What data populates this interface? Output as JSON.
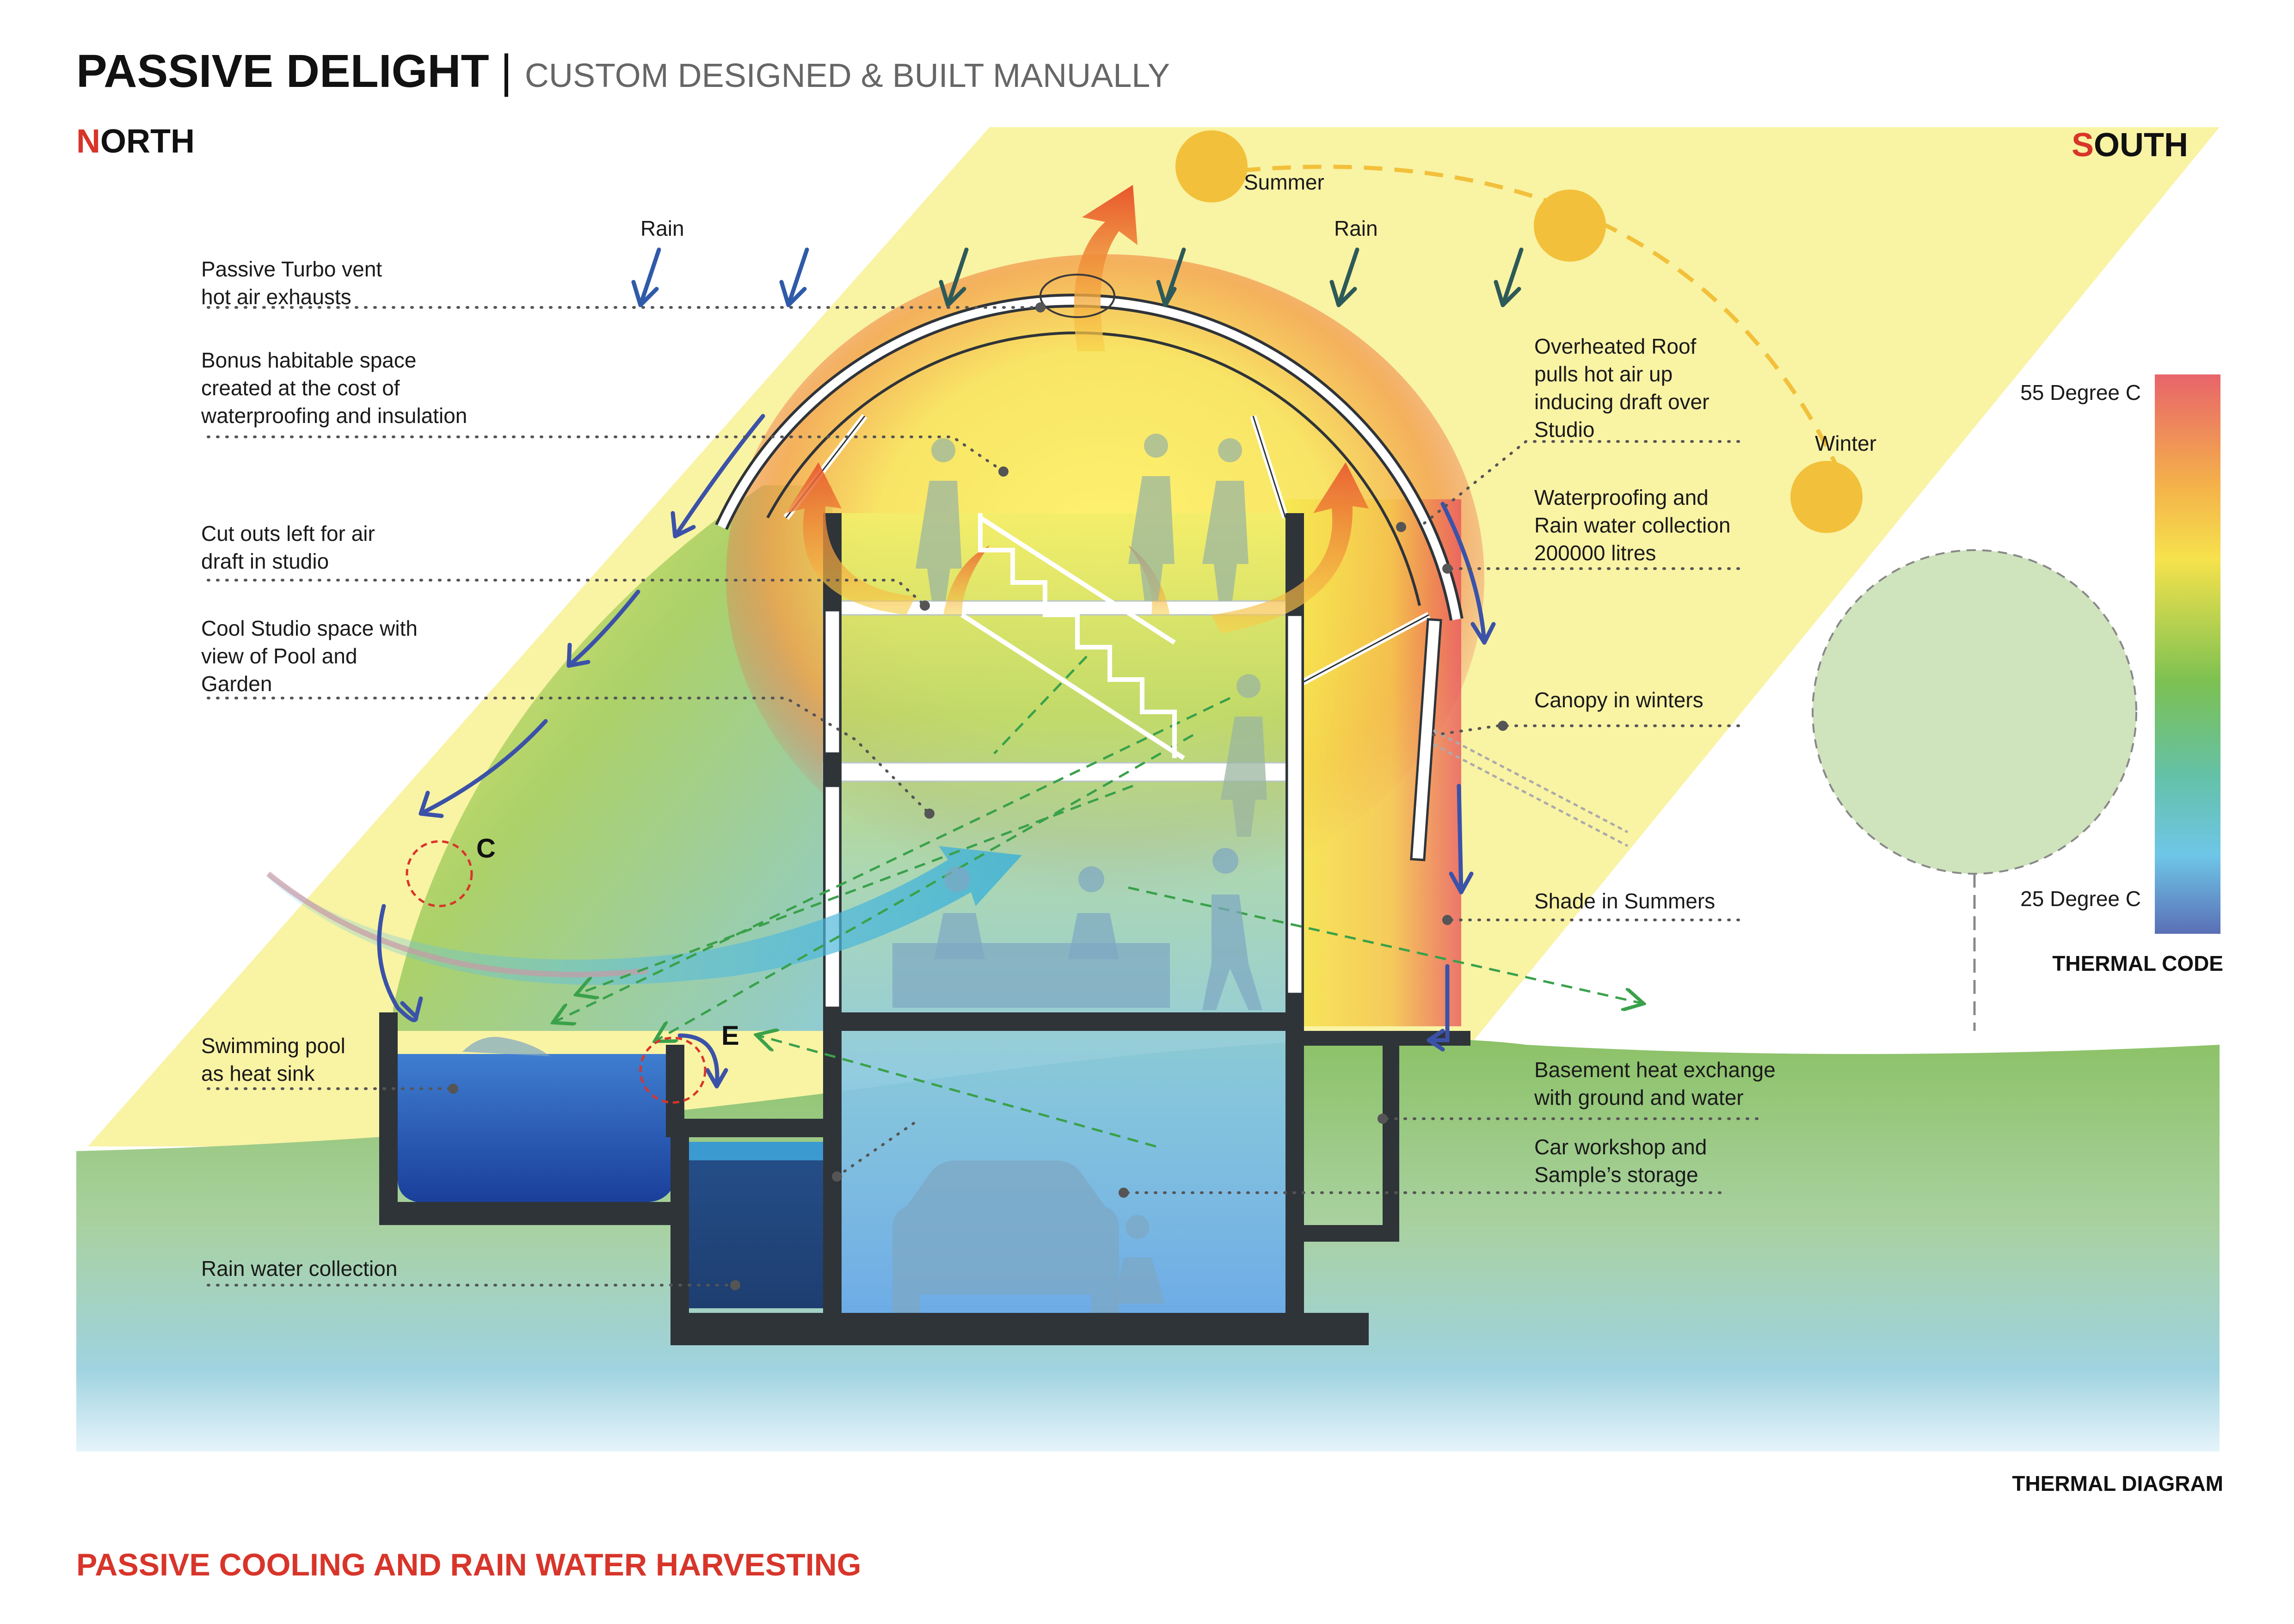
{
  "header": {
    "title": "PASSIVE DELIGHT",
    "separator": "|",
    "subtitle": "CUSTOM DESIGNED & BUILT MANUALLY"
  },
  "orientation": {
    "north_initial": "N",
    "north_rest": "ORTH",
    "south_initial": "S",
    "south_rest": "OUTH"
  },
  "sun": {
    "summer": "Summer",
    "winter": "Winter"
  },
  "rain": {
    "left": "Rain",
    "right": "Rain"
  },
  "labels": {
    "turbo_vent": [
      "Passive Turbo vent",
      "hot air exhausts"
    ],
    "bonus_space": [
      "Bonus habitable space",
      "created at the cost of",
      "waterproofing and insulation"
    ],
    "cut_outs": [
      "Cut outs left for air",
      "draft in studio"
    ],
    "cool_studio": [
      "Cool Studio space with",
      "view of Pool and",
      "Garden"
    ],
    "swimming_pool": [
      "Swimming pool",
      "as heat sink"
    ],
    "rain_collection": [
      "Rain water collection"
    ],
    "overheated_roof": [
      "Overheated Roof",
      "pulls hot air up",
      "inducing draft over",
      "Studio"
    ],
    "waterproofing": [
      "Waterproofing and",
      "Rain water collection",
      "200000 litres"
    ],
    "canopy": [
      "Canopy in winters"
    ],
    "shade": [
      "Shade in Summers"
    ],
    "basement": [
      "Basement heat exchange",
      "with ground and water"
    ],
    "car_workshop": [
      "Car workshop and",
      "Sample’s storage"
    ]
  },
  "markers": {
    "c": "C",
    "e": "E"
  },
  "thermal_code": {
    "max": "55 Degree C",
    "min": "25 Degree C",
    "title": "THERMAL CODE",
    "colors": [
      "#e8646a",
      "#f08a52",
      "#f6d64a",
      "#b9d24e",
      "#7cc152",
      "#64c1a8",
      "#6ec6e8",
      "#5a6fb5"
    ]
  },
  "diagram_label": "THERMAL DIAGRAM",
  "footer": "PASSIVE COOLING AND RAIN WATER HARVESTING",
  "colors": {
    "accent_red": "#d8352a",
    "sun": "#f2c03a",
    "sunbeam": "#f9f3a4",
    "ground_green": "#8fc46a",
    "water_blue": "#2f63b3"
  }
}
